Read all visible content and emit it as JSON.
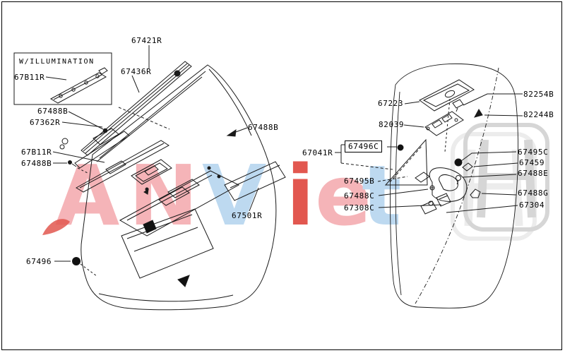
{
  "diagram_title": "door trim panel parts diagram",
  "watermark": {
    "text": "ANViet",
    "letters": [
      {
        "char": "A",
        "color": "#f5b4b8"
      },
      {
        "char": "N",
        "color": "#f5b4b8"
      },
      {
        "char": "V",
        "color": "#bdd9f0"
      },
      {
        "char": "i",
        "color": "#e2574f"
      },
      {
        "char": "e",
        "color": "#f5b4b8"
      },
      {
        "char": "t",
        "color": "#bdd9f0"
      }
    ],
    "logo": "honda-h-logo",
    "logo_color": "#d6d6d6",
    "accent_color": "#e2574f"
  },
  "inset": {
    "title": "W/ILLUMINATION",
    "part": "67B11R"
  },
  "left_diagram": {
    "labels": [
      {
        "text": "67421R"
      },
      {
        "text": "67436R"
      },
      {
        "text": "67488B"
      },
      {
        "text": "67362R"
      },
      {
        "text": "67B11R"
      },
      {
        "text": "67488B"
      },
      {
        "text": "67488B"
      },
      {
        "text": "67501R"
      },
      {
        "text": "67496"
      }
    ]
  },
  "right_diagram": {
    "labels": [
      {
        "text": "67223"
      },
      {
        "text": "82254B"
      },
      {
        "text": "82244B"
      },
      {
        "text": "82039"
      },
      {
        "text": "67041R"
      },
      {
        "text": "67496C",
        "boxed": true
      },
      {
        "text": "67495B"
      },
      {
        "text": "67488C"
      },
      {
        "text": "67308C"
      },
      {
        "text": "67495C"
      },
      {
        "text": "67459"
      },
      {
        "text": "67488E"
      },
      {
        "text": "67488G"
      },
      {
        "text": "67304"
      }
    ]
  }
}
